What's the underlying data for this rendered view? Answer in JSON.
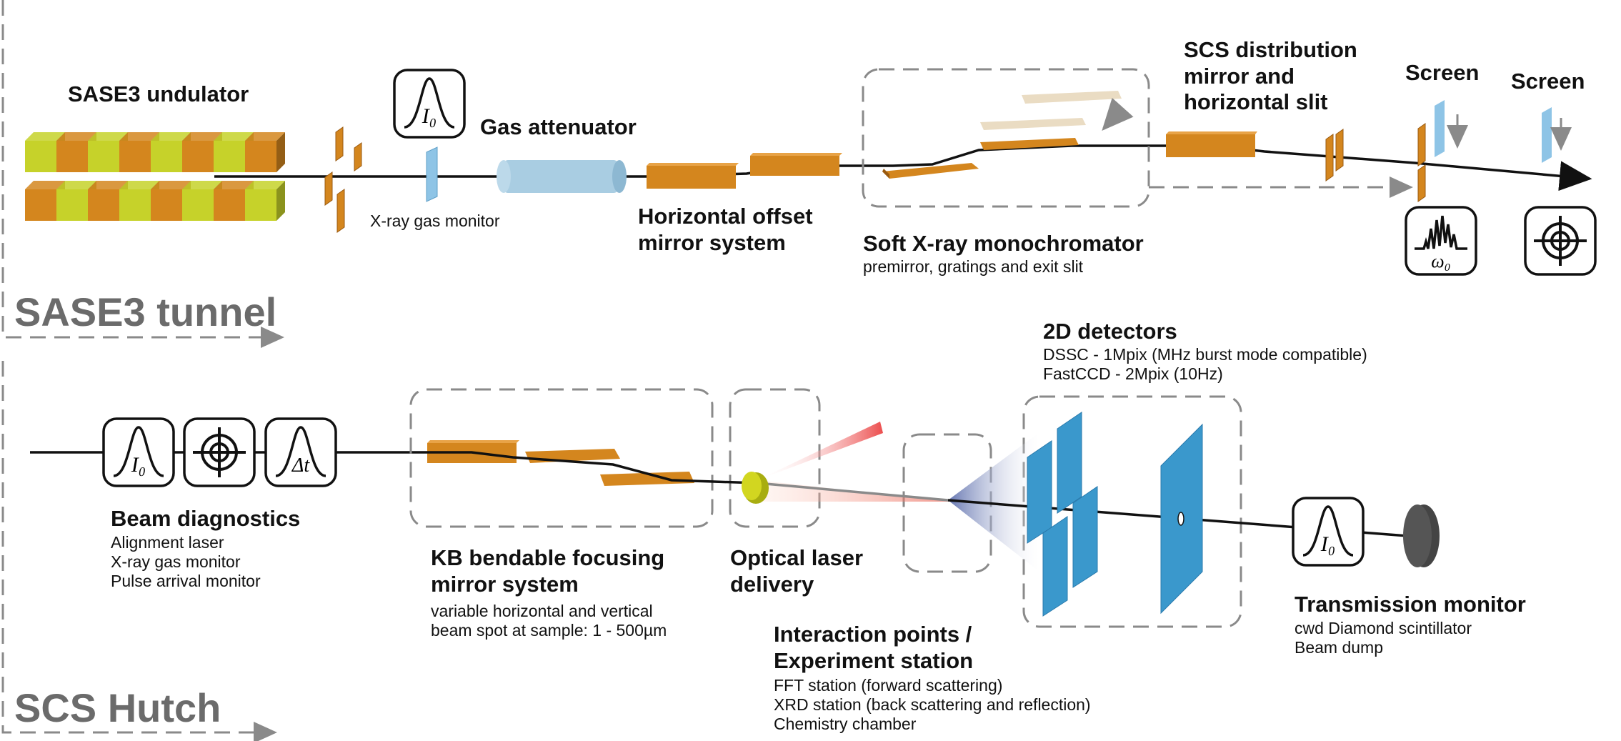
{
  "tunnel": {
    "area_label": "SASE3 tunnel",
    "undulator": "SASE3 undulator",
    "xgm": "X-ray gas monitor",
    "gas_attenuator": "Gas attenuator",
    "offset_mirror": [
      "Horizontal offset",
      "mirror system"
    ],
    "mono": "Soft X-ray monochromator",
    "mono_sub": "premirror, gratings and exit slit",
    "distribution": [
      "SCS distribution",
      "mirror and",
      "horizontal slit"
    ],
    "screen1": "Screen",
    "screen2": "Screen",
    "i0_symbol": "I₀",
    "omega_symbol": "ω₀"
  },
  "hutch": {
    "area_label": "SCS Hutch",
    "beam_diag": "Beam diagnostics",
    "beam_diag_items": [
      "Alignment laser",
      "X-ray gas monitor",
      "Pulse arrival monitor"
    ],
    "kb": [
      "KB bendable focusing",
      "mirror system"
    ],
    "kb_sub": [
      "variable horizontal and vertical",
      "beam spot at sample: 1 - 500µm"
    ],
    "optical_laser": [
      "Optical laser",
      "delivery"
    ],
    "interaction": [
      "Interaction points /",
      "Experiment station"
    ],
    "interaction_items": [
      "FFT station (forward scattering)",
      "XRD station (back scattering and reflection)",
      "Chemistry chamber"
    ],
    "detectors": "2D detectors",
    "detectors_items": [
      "DSSC - 1Mpix (MHz burst mode compatible)",
      "FastCCD - 2Mpix (10Hz)"
    ],
    "transmission": "Transmission monitor",
    "transmission_items": [
      "cwd Diamond scintillator",
      "Beam dump"
    ],
    "i0_symbol": "I₀",
    "dt_symbol": "Δt"
  },
  "colors": {
    "mirror": "#d4861e",
    "mirror_dark": "#9a5a10",
    "undulator_yellow": "#c6d22a",
    "undulator_orange": "#d4861e",
    "screen_blue": "#8ec4e6",
    "detector_blue": "#3a98cc",
    "attenuator": "#a9cde2",
    "dash": "#8a8a8a",
    "area_text": "#6b6b6b"
  },
  "icons": [
    "i0-gaussian-icon",
    "crosshair-icon",
    "delta-t-icon",
    "spectrum-icon"
  ]
}
